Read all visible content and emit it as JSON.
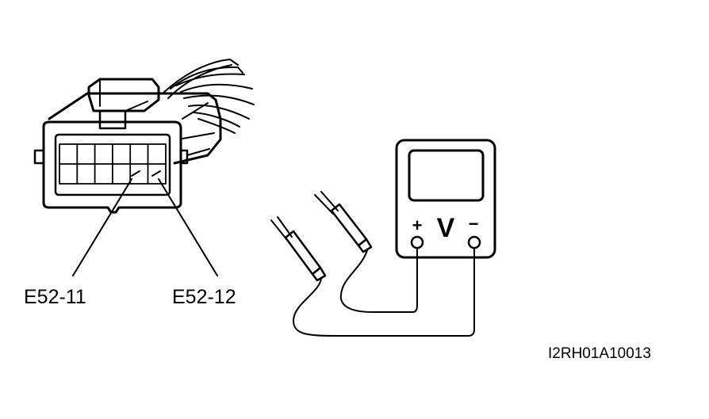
{
  "labels": {
    "pin_left": "E52-11",
    "pin_right": "E52-12",
    "figure_code": "I2RH01A10013"
  },
  "meter": {
    "unit_symbol": "V",
    "plus_sign": "+",
    "minus_sign": "−"
  }
}
